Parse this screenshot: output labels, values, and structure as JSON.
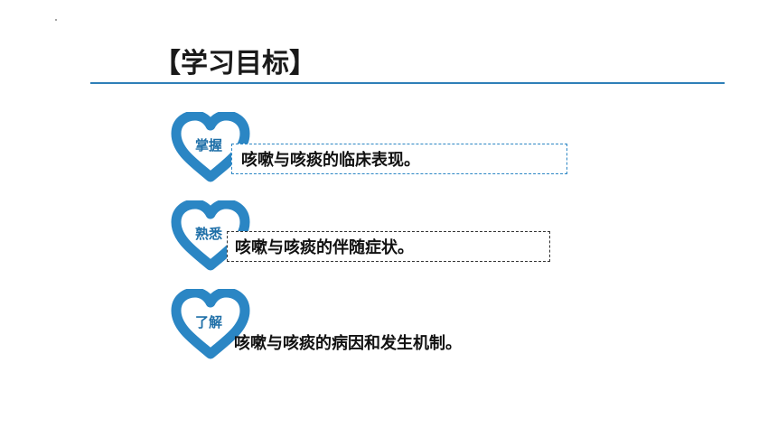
{
  "title": "【学习目标】",
  "colors": {
    "accent": "#1e6fa8",
    "heart": "#2b86c4",
    "rule": "#2e7fb8",
    "text": "#111111"
  },
  "goals": [
    {
      "label": "掌握",
      "text": "咳嗽与咳痰的临床表现。",
      "box_style": "dashed-blue"
    },
    {
      "label": "熟悉",
      "text": "咳嗽与咳痰的伴随症状。",
      "box_style": "dashed-black"
    },
    {
      "label": "了解",
      "text": "咳嗽与咳痰的病因和发生机制。",
      "box_style": "none"
    }
  ]
}
